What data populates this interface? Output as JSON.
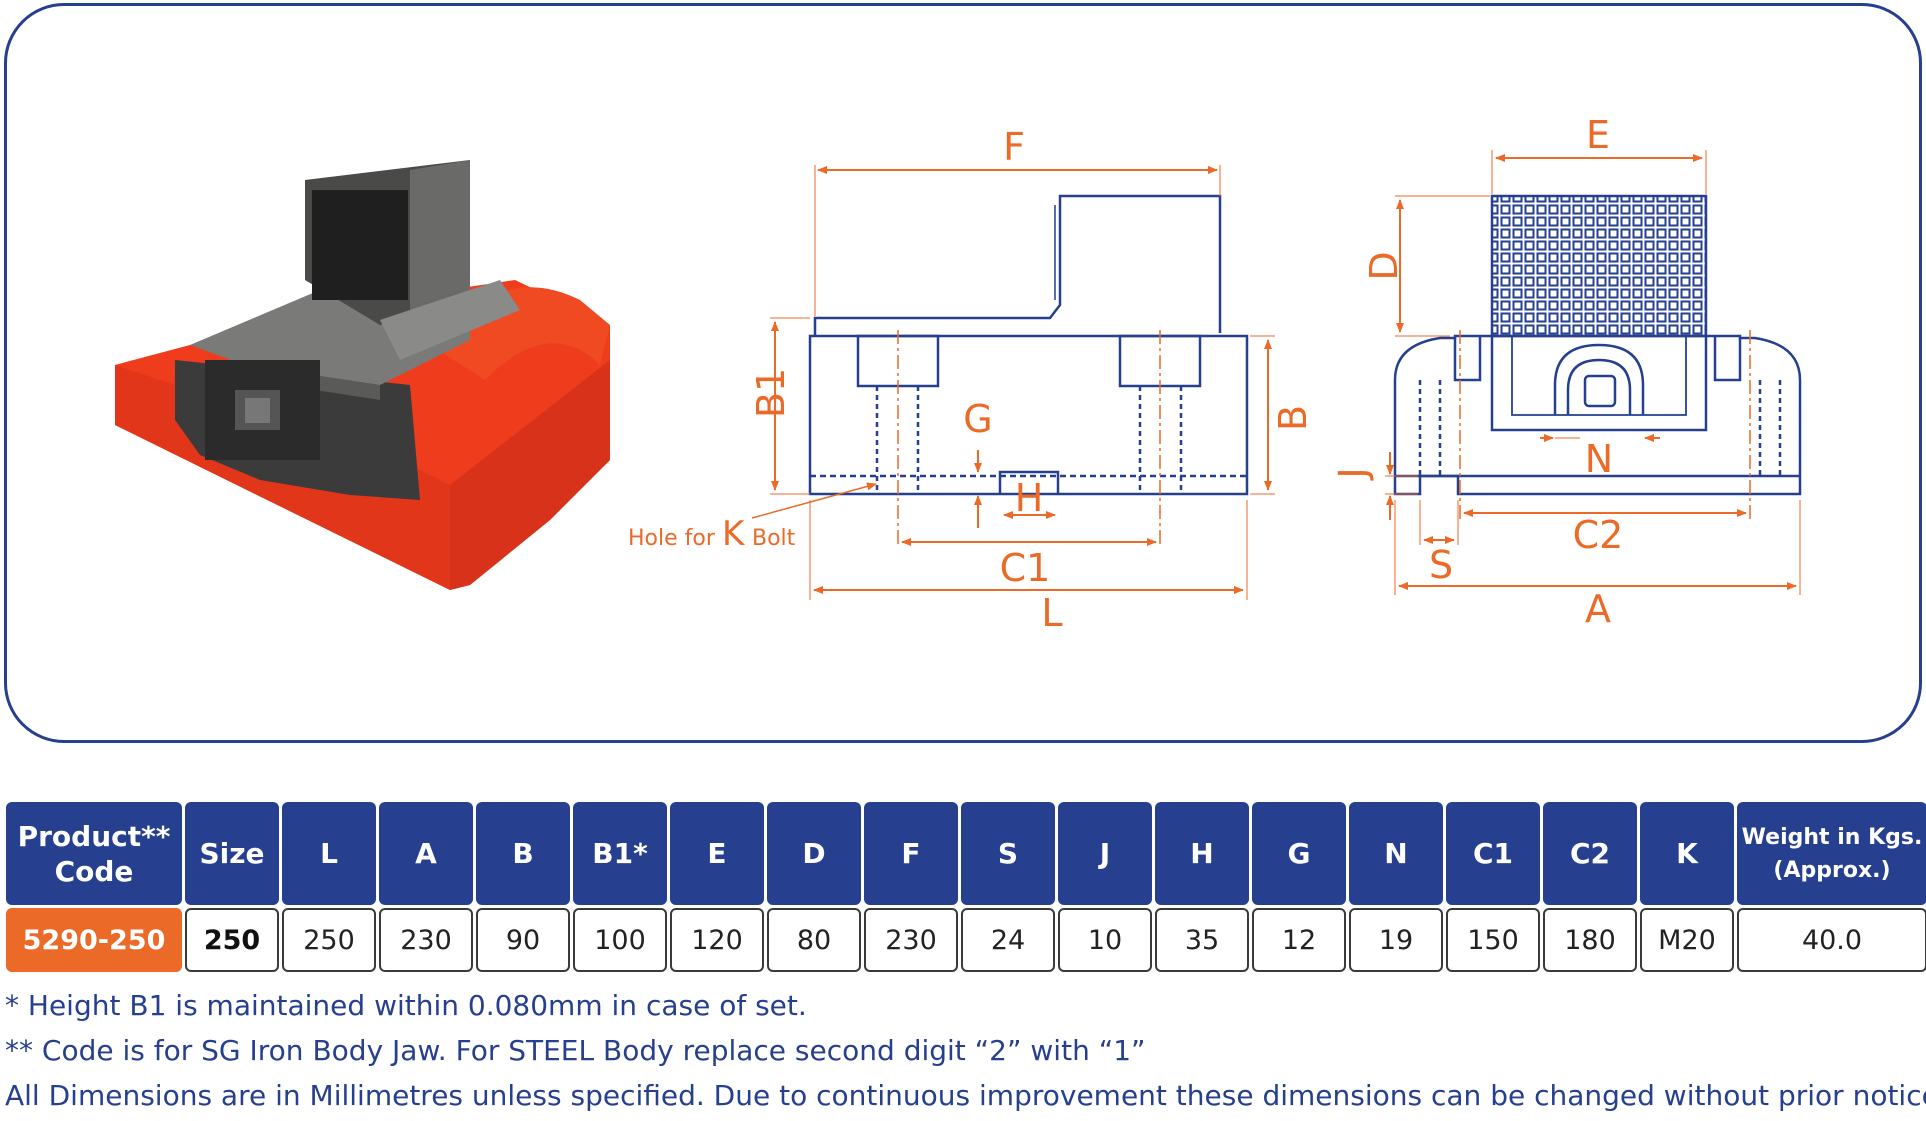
{
  "diagram": {
    "dims": {
      "F": "F",
      "E": "E",
      "D": "D",
      "B1": "B1",
      "B": "B",
      "G": "G",
      "H": "H",
      "C1": "C1",
      "L": "L",
      "J": "J",
      "S": "S",
      "C2": "C2",
      "A": "A",
      "N": "N"
    },
    "hole_label": {
      "prefix": "Hole for",
      "k": "K",
      "suffix": "Bolt"
    }
  },
  "colors": {
    "navy": "#263f8f",
    "orange": "#ec6a28",
    "red_body": "#ee3c1c"
  },
  "table": {
    "headers": [
      "Product** Code",
      "Size",
      "L",
      "A",
      "B",
      "B1*",
      "E",
      "D",
      "F",
      "S",
      "J",
      "H",
      "G",
      "N",
      "C1",
      "C2",
      "K",
      "Weight in Kgs. (Approx.)"
    ],
    "row": [
      "5290-250",
      "250",
      "250",
      "230",
      "90",
      "100",
      "120",
      "80",
      "230",
      "24",
      "10",
      "35",
      "12",
      "19",
      "150",
      "180",
      "M20",
      "40.0"
    ]
  },
  "notes": [
    "*  Height B1 is maintained within 0.080mm in case of set.",
    "** Code is for SG Iron Body Jaw. For STEEL Body replace second digit “2” with “1”",
    "All Dimensions are in Millimetres unless specified. Due to continuous improvement these dimensions can be changed without prior notice."
  ]
}
